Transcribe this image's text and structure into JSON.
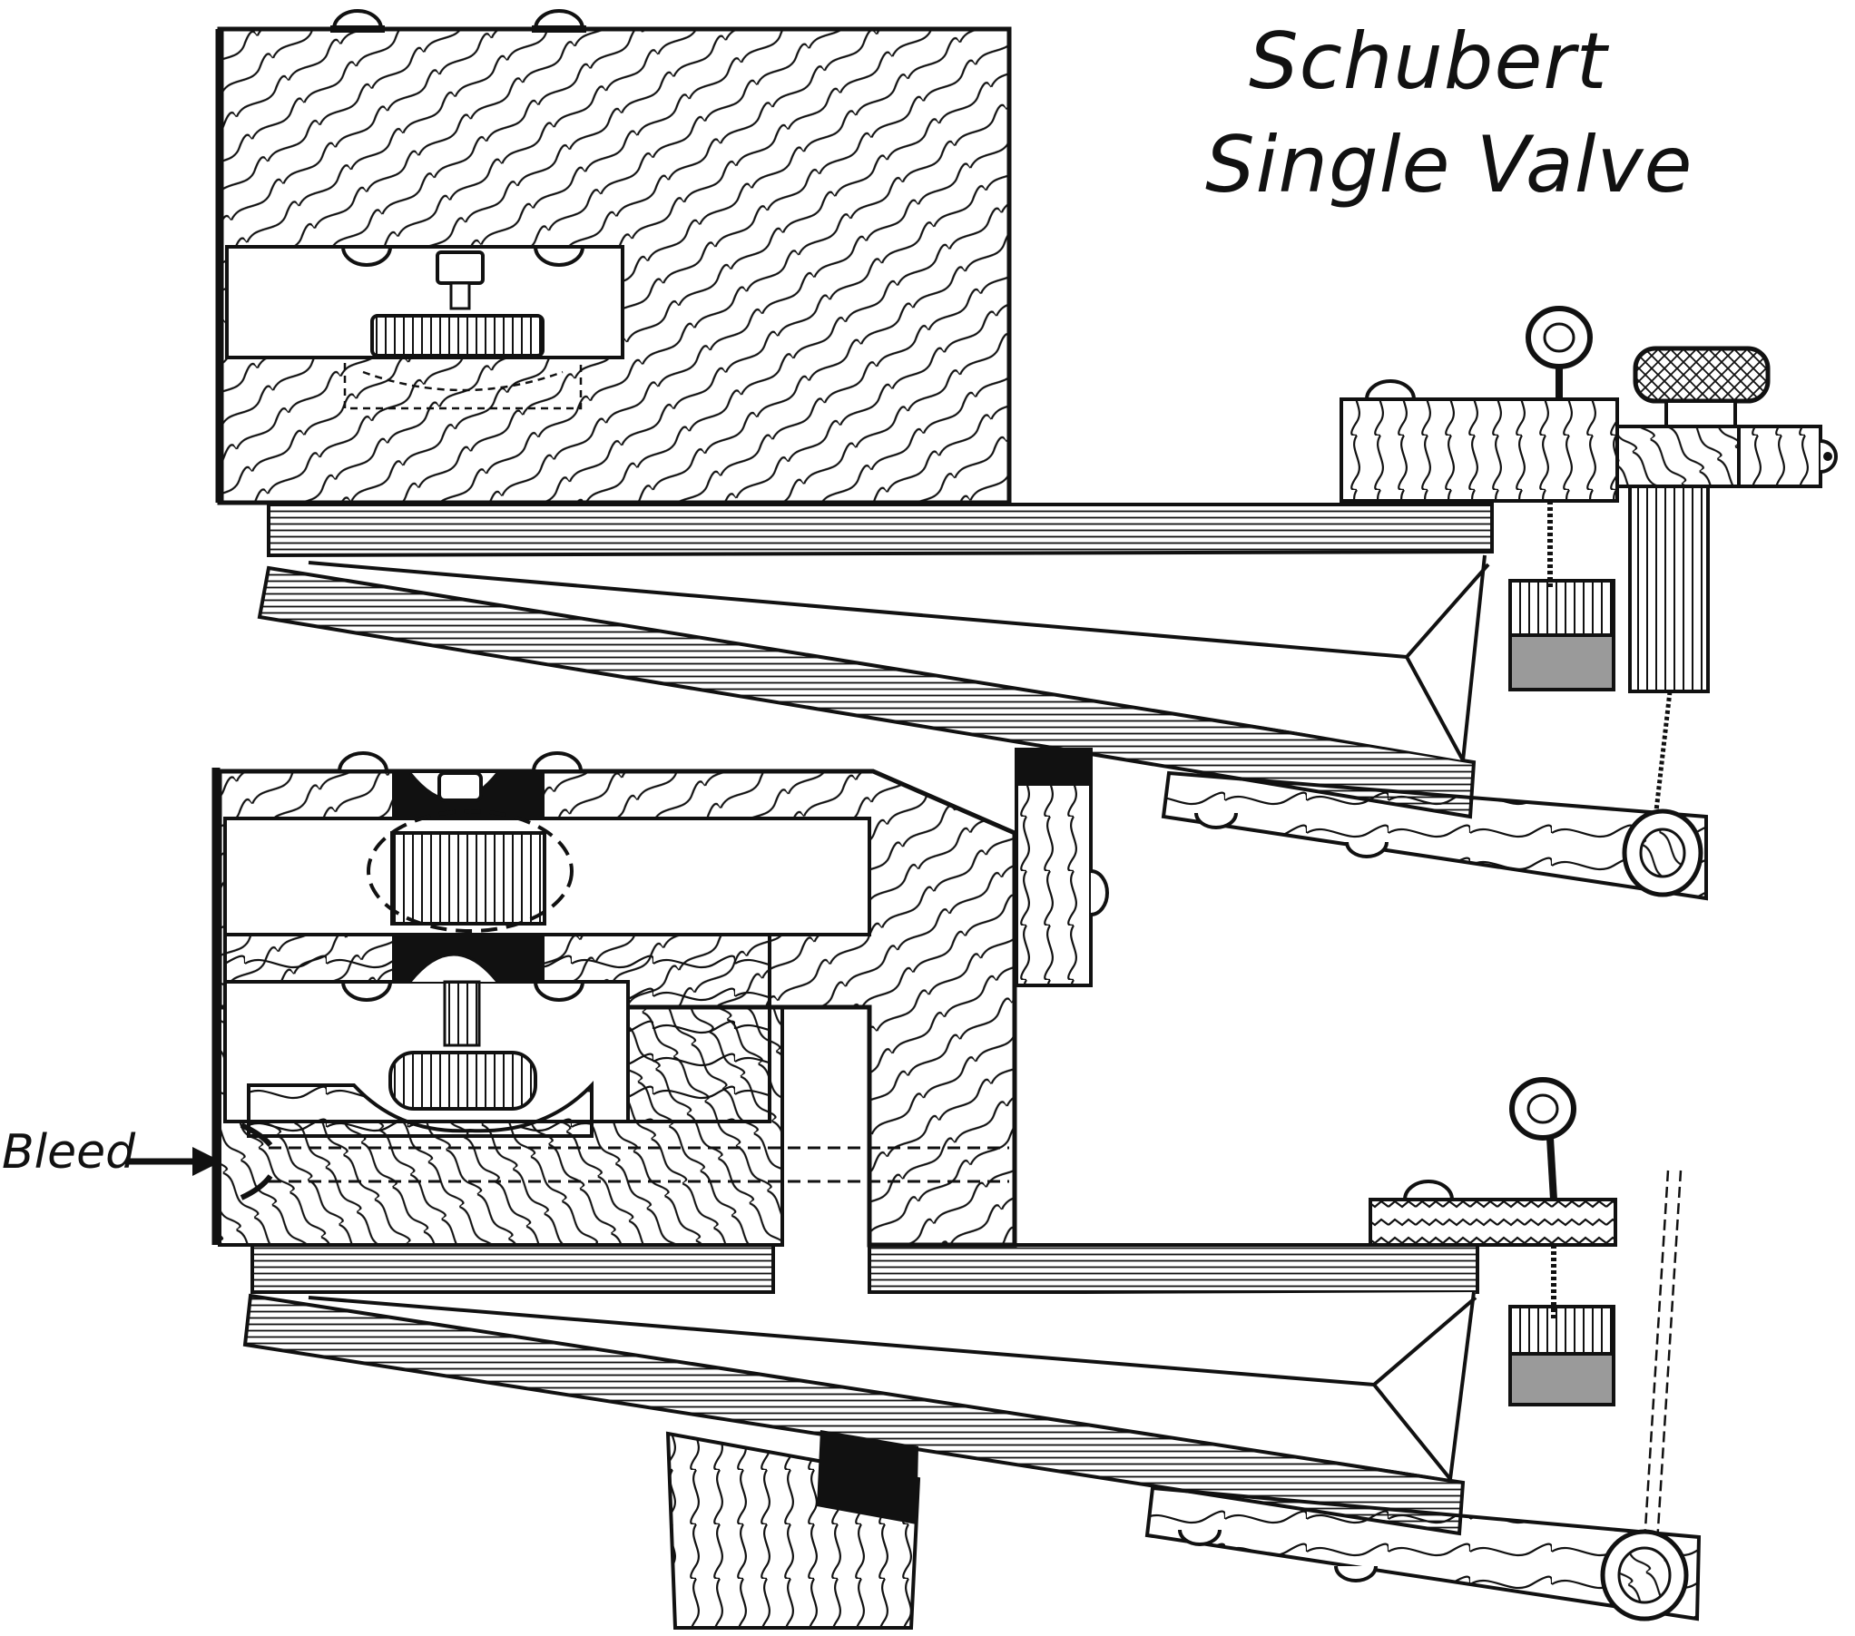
{
  "title": {
    "line1": "Schubert",
    "line2": "Single Valve"
  },
  "labels": {
    "bleed": "Bleed"
  }
}
